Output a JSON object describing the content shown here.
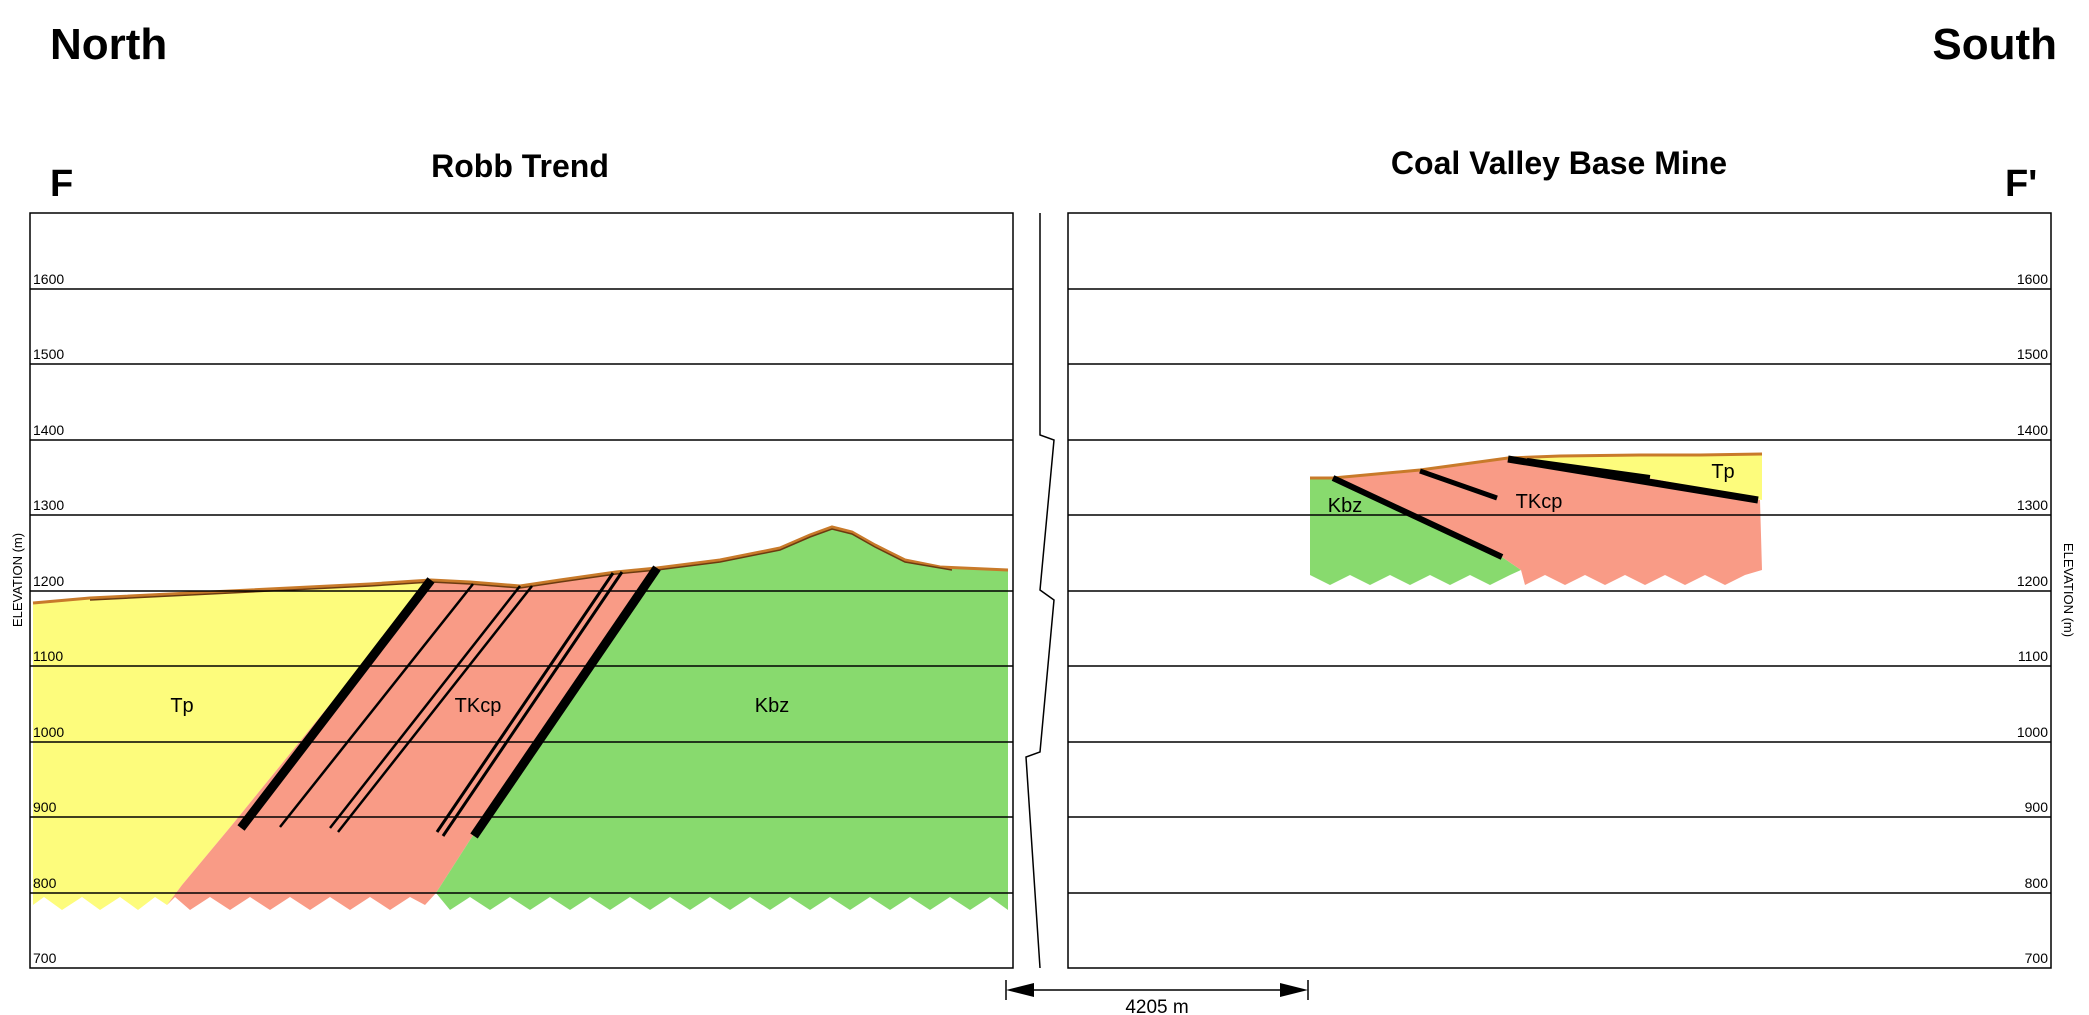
{
  "header": {
    "left_direction": "North",
    "right_direction": "South",
    "section_start": "F",
    "section_end": "F'"
  },
  "panels": {
    "left": {
      "title": "Robb Trend",
      "units": [
        "Tp",
        "TKcp",
        "Kbz"
      ]
    },
    "right": {
      "title": "Coal Valley Base Mine",
      "units": [
        "Kbz",
        "TKcp",
        "Tp"
      ]
    }
  },
  "axis": {
    "label": "ELEVATION (m)",
    "ticks": [
      "1600",
      "1500",
      "1400",
      "1300",
      "1200",
      "1100",
      "1000",
      "900",
      "800",
      "700"
    ]
  },
  "scale_bar": {
    "label": "4205 m"
  },
  "colors": {
    "Tp": "#fdfc7c",
    "TKcp": "#f99b86",
    "Kbz": "#88da6e",
    "topsoil": "#c87a2a",
    "coal_seam": "#000000",
    "frame": "#000000"
  }
}
